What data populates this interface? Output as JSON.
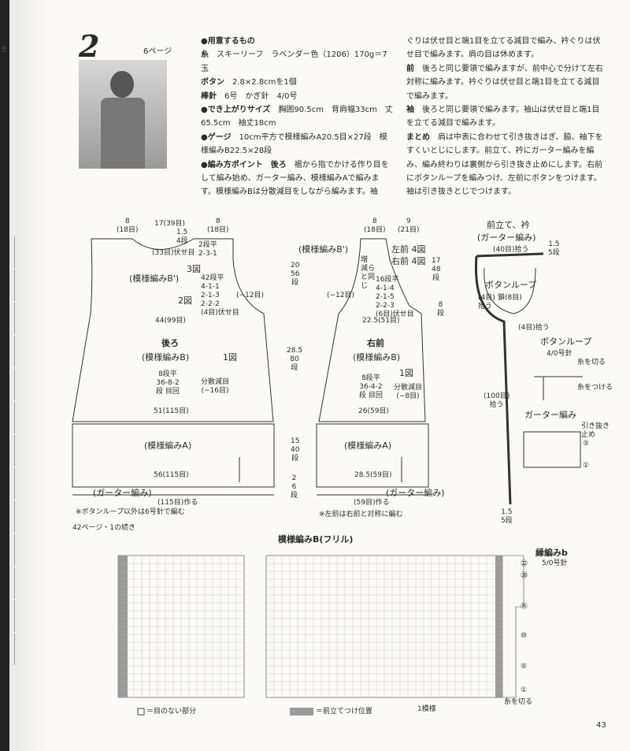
{
  "page": {
    "pattern_number": "2",
    "page_ref": "6ページ",
    "page_number": "43",
    "gutter_mark": "5"
  },
  "left_col": [
    {
      "head": "●用意するもの",
      "body": ""
    },
    {
      "head": "糸",
      "body": "スキーリーフ　ラベンダー色（1206）170g＝7玉"
    },
    {
      "head": "ボタン",
      "body": "2.8×2.8cmを1個"
    },
    {
      "head": "棒針",
      "body": "6号　かぎ針　4/0号"
    },
    {
      "head": "●でき上がりサイズ",
      "body": "胸囲90.5cm　背肩幅33cm　丈65.5cm　袖丈18cm"
    },
    {
      "head": "●ゲージ",
      "body": "10cm平方で模様編みA20.5目×27段　模様編みB22.5×28段"
    },
    {
      "head": "●編み方ポイント　後ろ",
      "body": "裾から指でかける作り目をして編み始め、ガーター編み、模様編みAで編みます。模様編みBは分散減目をしながら編みます。袖"
    }
  ],
  "right_col": [
    {
      "head": "",
      "body": "ぐりは伏せ目と端1目を立てる減目で編み、衿ぐりは伏せ目で編みます。肩の目は休めます。"
    },
    {
      "head": "前",
      "body": "後ろと同じ要領で編みますが、前中心で分けて左右対称に編みます。衿ぐりは伏せ目と端1目を立てる減目で編みます。"
    },
    {
      "head": "袖",
      "body": "後ろと同じ要領で編みます。袖山は伏せ目と端1目を立てる減目で編みます。"
    },
    {
      "head": "まとめ",
      "body": "肩は中表に合わせて引き抜きはぎ、脇、袖下をすくいとじにします。前立て、衿にガーター編みを編み、編み終わりは裏側から引き抜き止めにします。右前にボタンループを編みつけ、左前にボタンをつけます。袖は引き抜きとじでつけます。"
    }
  ],
  "back": {
    "top_left": "8\n(18目)",
    "top_mid": "17(39目)",
    "top_right": "8\n(18目)",
    "shoulder": "1.5\n4段",
    "neck": "(33目)伏せ目",
    "neck_dec": "2段平\n2-3-1",
    "panel_b": "(模様編みB')",
    "fig3": "3図",
    "fig2": "2図",
    "arm_dec": "42段平\n4-1-1\n2-1-3\n2-2-2\n(4目)伏せ目",
    "side": "(−12目)",
    "width_top": "44(99目)",
    "name": "後ろ",
    "pattern": "(模様編みB)",
    "fig1": "1図",
    "dist": "8段平\n36-8-2\n段 目回",
    "dist_note": "分散減目\n(−16目)",
    "width_b": "51(115目)",
    "pattern_a": "(模様編みA)",
    "width_a": "56(115目)",
    "garter": "(ガーター編み)",
    "cast": "(115目)作る",
    "note": "※ボタンループ以外は6号針で編む"
  },
  "dims": {
    "h1": "20\n56\n段",
    "h2": "28.5\n80\n段",
    "h3": "15\n40\n段",
    "h4": "2\n6\n段",
    "h5": "17\n48\n段",
    "h6": "8\n段"
  },
  "front": {
    "top_left": "8\n(18目)",
    "top_right": "9\n(21目)",
    "panel_b": "(模様編みB')",
    "fig4a": "左前 4図",
    "fig4b": "右前 4図",
    "neck_note": "増\n減ら\nと同\nじ",
    "neck_dec": "16段平\n4-1-4\n2-1-5\n2-2-3\n(6目)伏せ目",
    "side": "(−12目)",
    "width_top": "22.5(51目)",
    "name": "右前",
    "pattern": "(模様編みB)",
    "fig1": "1図",
    "dist": "8段平\n36-4-2\n段 目回",
    "dist_note": "分散減目\n(−8目)",
    "width_b": "26(59目)",
    "pattern_a": "(模様編みA)",
    "width_a": "28.5(59目)",
    "garter": "(ガーター編み)",
    "cast": "(59目)作る",
    "note": "※左前は右前と対称に編む"
  },
  "placket": {
    "title": "前立て、衿",
    "sub": "(ガーター編み)",
    "pick1": "(40目)拾う",
    "rows": "1.5\n5段",
    "loop_label": "ボタンループ",
    "loop_chain": "鎖(8目)",
    "pick2": "(4目)\n拾う",
    "pick3": "(4目)拾う",
    "pick4": "(100目)\n拾う",
    "bottom": "1.5\n5段"
  },
  "loop_detail": {
    "title": "ボタンループ",
    "hook": "4/0号針",
    "cut": "糸を切る",
    "attach": "糸をつける"
  },
  "garter_detail": {
    "title": "ガーター編み",
    "bind": "引き抜き\n止め",
    "r5": "⑤",
    "r1": "①"
  },
  "chart": {
    "continued": "42ページ・1の続き",
    "title": "模様編みB(フリル)",
    "edge": "縁編みb",
    "edge_hook": "5/0号針",
    "rows": [
      "㉒",
      "⑳",
      "⑮",
      "⑩",
      "⑤",
      "①"
    ],
    "cut": "糸を切る",
    "legend_blank": "＝目のない部分",
    "legend_pick": "＝前立てつけ位置",
    "repeat": "1模様"
  },
  "colors": {
    "ink": "#2a2a2a",
    "chart_gray": "#9a9a9a",
    "paper": "#fbfaf7"
  }
}
